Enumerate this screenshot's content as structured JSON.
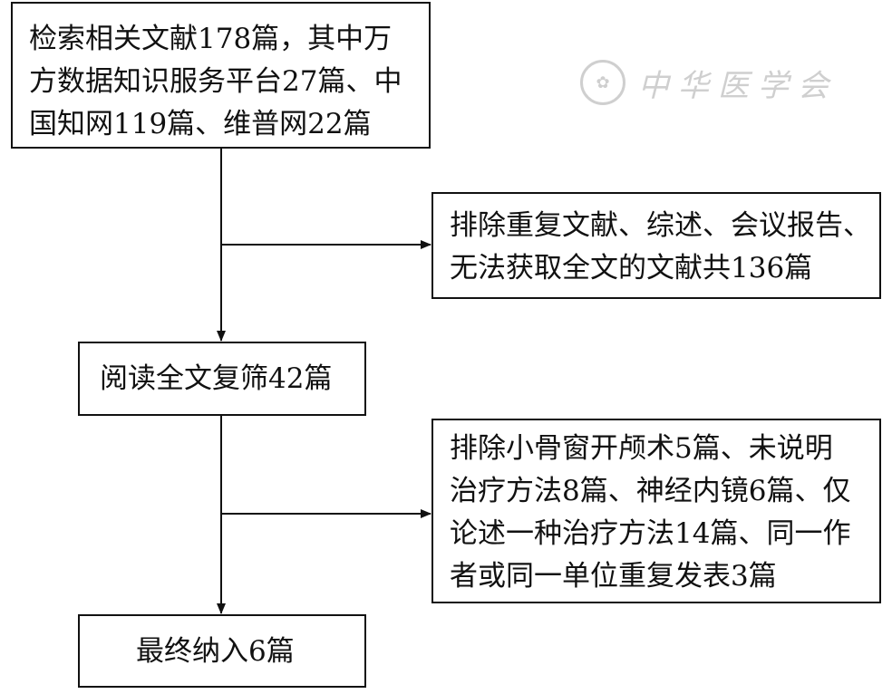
{
  "watermark": {
    "text": "中华医学会"
  },
  "boxes": {
    "search": {
      "lines": [
        "检索相关文献178篇，其中万",
        "方数据知识服务平台27篇、中",
        "国知网119篇、维普网22篇"
      ]
    },
    "exclude1": {
      "lines": [
        "排除重复文献、综述、会议报告、",
        "无法获取全文的文献共136篇"
      ]
    },
    "fulltext": {
      "text": "阅读全文复筛42篇"
    },
    "exclude2": {
      "lines": [
        "排除小骨窗开颅术5篇、未说明",
        "治疗方法8篇、神经内镜6篇、仅",
        "论述一种治疗方法14篇、同一作",
        "者或同一单位重复发表3篇"
      ]
    },
    "final": {
      "text": "最终纳入6篇"
    }
  }
}
